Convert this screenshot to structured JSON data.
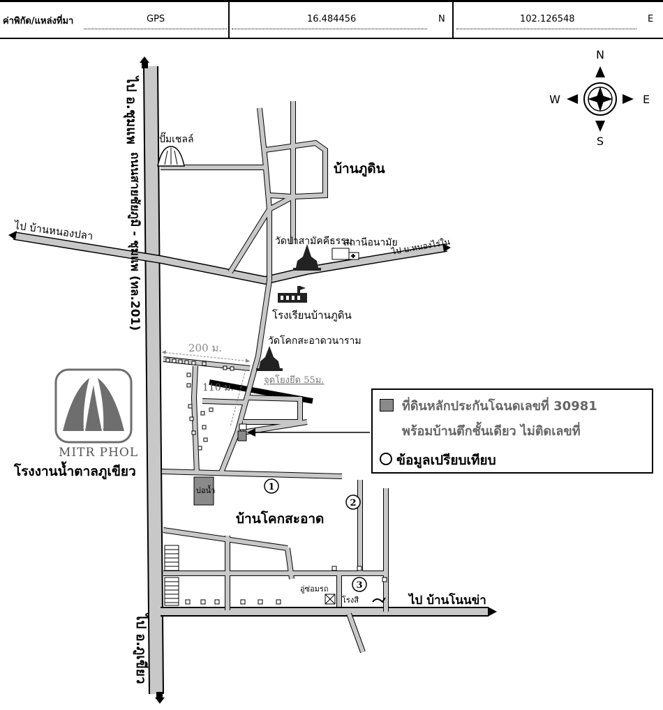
{
  "header": {
    "label": "ค่าพิกัด/แหล่งที่มา",
    "source": "GPS",
    "latitude": "16.484456",
    "lat_unit": "N",
    "longitude": "102.126548",
    "lon_unit": "E"
  },
  "compass": {
    "n": "N",
    "s": "S",
    "w": "W",
    "e": "E"
  },
  "roads": {
    "to_chum_phae": "ไป อ.ชุมแพ",
    "highway": "ถนนสายชัยภูมิ - ชุมแพ (ทล.201)",
    "to_phu_khiao": "ไป อ.ภูเขียว",
    "to_nong_pla": "ไป บ้านหนองปลา",
    "to_nong_rai": "ไป บ.หนองไร่ใน",
    "to_non_kha": "ไป บ้านโนนข่า"
  },
  "places": {
    "shell": "ปั๊มเชลล์",
    "ban_phu_din": "บ้านภูดิน",
    "wat_pa": "วัดป่าสามัคคีธรรม",
    "health_station": "สถานีอนามัย",
    "school": "โรงเรียนบ้านภูดิน",
    "wat_khok": "วัดโคกสะอาดวนาราม",
    "pond": "บ่อน้ำ",
    "ban_khok": "บ้านโคกสะอาด",
    "garage": "อู่ซ่อมรถ",
    "mill": "โรงสี",
    "company": "MITR PHOL",
    "factory": "โรงงานน้ำตาลภูเขียว"
  },
  "measures": {
    "d200": "200 ม.",
    "d110": "110 ม.",
    "tie_point": "จุดโยงยึด 55ม."
  },
  "legend": {
    "subject_line1": "ที่ดินหลักประกันโฉนดเลขที่ 30981",
    "subject_line2": "พร้อมบ้านตึกชั้นเดียว ไม่ติดเลขที่",
    "compare": "ข้อมูลเปรียบเทียบ"
  },
  "markers": [
    "1",
    "2",
    "3"
  ],
  "colors": {
    "road": "#c8c8c8",
    "subject": "#8a8a8a",
    "logo": "#6e6e6e"
  }
}
